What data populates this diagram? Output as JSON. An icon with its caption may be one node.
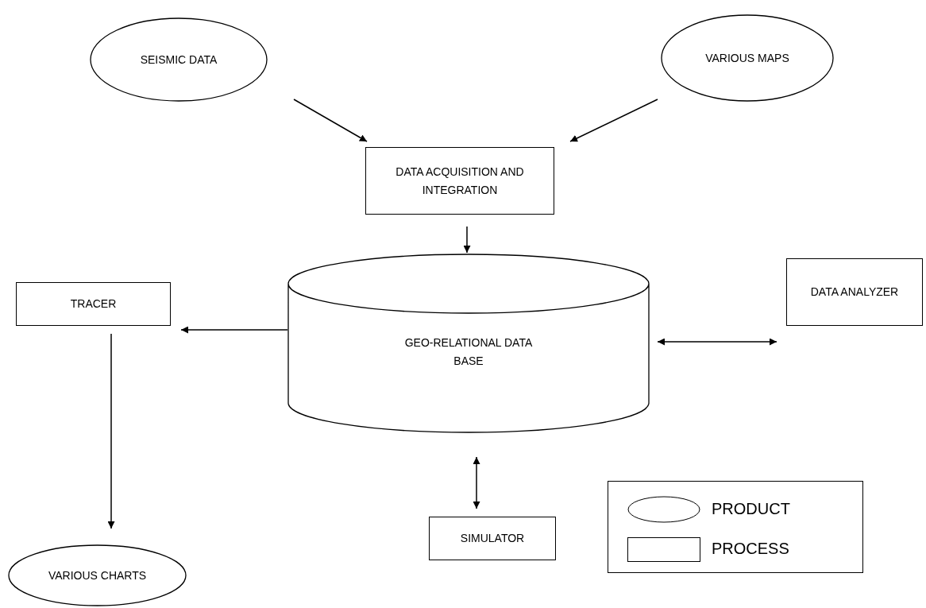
{
  "diagram": {
    "nodes": [
      {
        "text": [
          "SEISMIC DATA"
        ]
      },
      {
        "text": [
          "VARIOUS MAPS"
        ]
      },
      {
        "text": [
          "DATA ACQUISITION AND INTEGRATION"
        ]
      },
      {
        "text": [
          "TRACER"
        ]
      },
      {
        "text": [
          "GEO-RELATIONAL DATA BASE"
        ]
      },
      {
        "text": [
          "DATA ANALYZER"
        ]
      },
      {
        "text": [
          "VARIOUS CHARTS"
        ]
      },
      {
        "text": [
          "SIMULATOR"
        ]
      }
    ],
    "edges": [
      {
        "from": 0,
        "to": 2,
        "arrow": "to"
      },
      {
        "from": 1,
        "to": 2,
        "arrow": "to"
      },
      {
        "from": 2,
        "to": 4,
        "arrow": "to"
      },
      {
        "from": 4,
        "to": 3,
        "arrow": "to"
      },
      {
        "from": 4,
        "to": 5,
        "arrow": "both"
      },
      {
        "from": 4,
        "to": 7,
        "arrow": "both"
      },
      {
        "from": 3,
        "to": 6,
        "arrow": "to"
      }
    ],
    "legend": [
      {
        "text": "PRODUCT"
      },
      {
        "text": "PROCESS"
      }
    ]
  }
}
